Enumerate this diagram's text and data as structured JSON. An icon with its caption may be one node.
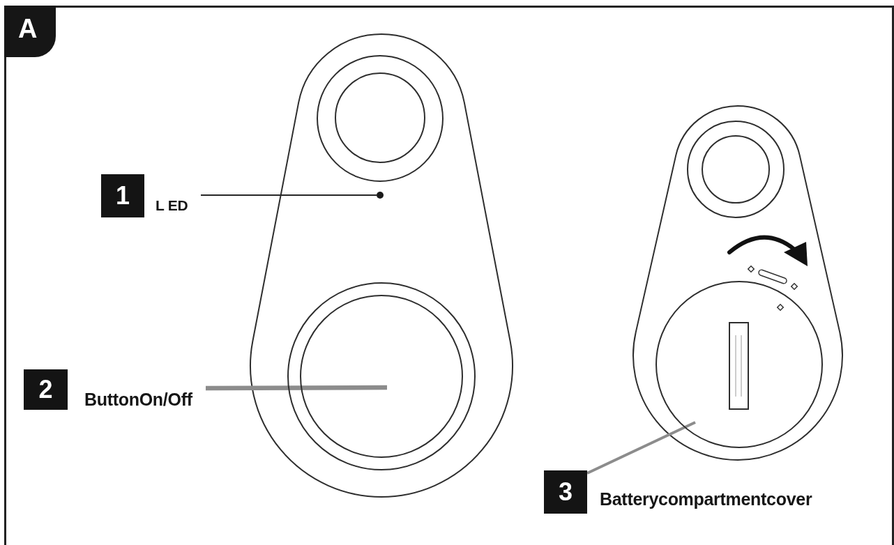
{
  "diagram": {
    "nodes": [
      {
        "text": [
          "A"
        ]
      },
      {
        "text": [
          "1"
        ],
        "beside": [
          "L ED"
        ]
      },
      {
        "text": [],
        "shape": "circle"
      },
      {
        "text": [
          "2"
        ],
        "beside": [
          "ButtonOn/Off"
        ]
      },
      {
        "text": [],
        "shape": "circle"
      },
      {
        "text": [
          "3"
        ],
        "beside": [
          "Batterycompartmentcover"
        ]
      },
      {
        "text": [],
        "shape": "circle"
      }
    ],
    "edges": [
      {
        "from": 1,
        "to": 2,
        "arrow": "none",
        "color": "#262626"
      },
      {
        "from": 3,
        "to": 4,
        "arrow": "none"
      },
      {
        "from": 5,
        "to": 6,
        "arrow": "none"
      }
    ]
  }
}
